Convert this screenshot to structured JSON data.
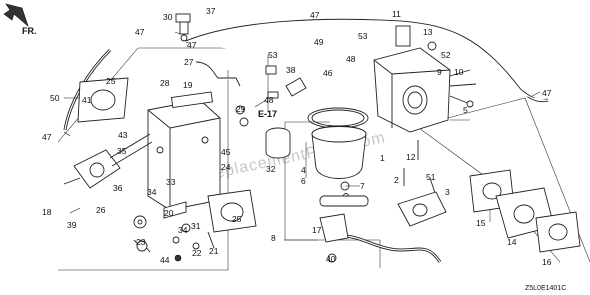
{
  "diagram": {
    "direction_label": "FR.",
    "section_label": "E-17",
    "drawing_code": "Z5L0E1401C",
    "watermark": "eReplacementParts.com",
    "callouts": [
      {
        "id": "c30",
        "n": "30"
      },
      {
        "id": "c37",
        "n": "37"
      },
      {
        "id": "c47a",
        "n": "47"
      },
      {
        "id": "c47b",
        "n": "47"
      },
      {
        "id": "c49",
        "n": "49"
      },
      {
        "id": "c53",
        "n": "53"
      },
      {
        "id": "c11",
        "n": "11"
      },
      {
        "id": "c13",
        "n": "13"
      },
      {
        "id": "c52",
        "n": "52"
      },
      {
        "id": "c9",
        "n": "9"
      },
      {
        "id": "c10",
        "n": "10"
      },
      {
        "id": "c47c",
        "n": "47"
      },
      {
        "id": "c27",
        "n": "27"
      },
      {
        "id": "c53b",
        "n": "53"
      },
      {
        "id": "c38",
        "n": "38"
      },
      {
        "id": "c46",
        "n": "46"
      },
      {
        "id": "c48a",
        "n": "48"
      },
      {
        "id": "c48b",
        "n": "48"
      },
      {
        "id": "c25a",
        "n": "25"
      },
      {
        "id": "c50",
        "n": "50"
      },
      {
        "id": "c41",
        "n": "41"
      },
      {
        "id": "c28",
        "n": "28"
      },
      {
        "id": "c19",
        "n": "19"
      },
      {
        "id": "c29",
        "n": "29"
      },
      {
        "id": "c47d",
        "n": "47"
      },
      {
        "id": "c43",
        "n": "43"
      },
      {
        "id": "c35",
        "n": "35"
      },
      {
        "id": "c45",
        "n": "45"
      },
      {
        "id": "c24",
        "n": "24"
      },
      {
        "id": "c32",
        "n": "32"
      },
      {
        "id": "c36",
        "n": "36"
      },
      {
        "id": "c26",
        "n": "26"
      },
      {
        "id": "c33",
        "n": "33"
      },
      {
        "id": "c34a",
        "n": "34"
      },
      {
        "id": "c25b",
        "n": "25"
      },
      {
        "id": "c18",
        "n": "18"
      },
      {
        "id": "c39",
        "n": "39"
      },
      {
        "id": "c20",
        "n": "20"
      },
      {
        "id": "c31",
        "n": "31"
      },
      {
        "id": "c23",
        "n": "23"
      },
      {
        "id": "c34b",
        "n": "34"
      },
      {
        "id": "c22",
        "n": "22"
      },
      {
        "id": "c21",
        "n": "21"
      },
      {
        "id": "c44",
        "n": "44"
      },
      {
        "id": "c4",
        "n": "4"
      },
      {
        "id": "c6",
        "n": "6"
      },
      {
        "id": "c7",
        "n": "7"
      },
      {
        "id": "c1",
        "n": "1"
      },
      {
        "id": "c12",
        "n": "12"
      },
      {
        "id": "c2",
        "n": "2"
      },
      {
        "id": "c51",
        "n": "51"
      },
      {
        "id": "c3",
        "n": "3"
      },
      {
        "id": "c5",
        "n": "5"
      },
      {
        "id": "c15",
        "n": "15"
      },
      {
        "id": "c14",
        "n": "14"
      },
      {
        "id": "c16",
        "n": "16"
      },
      {
        "id": "c17",
        "n": "17"
      },
      {
        "id": "c40",
        "n": "40"
      },
      {
        "id": "c8",
        "n": "8"
      },
      {
        "id": "c47e",
        "n": "47"
      }
    ]
  }
}
